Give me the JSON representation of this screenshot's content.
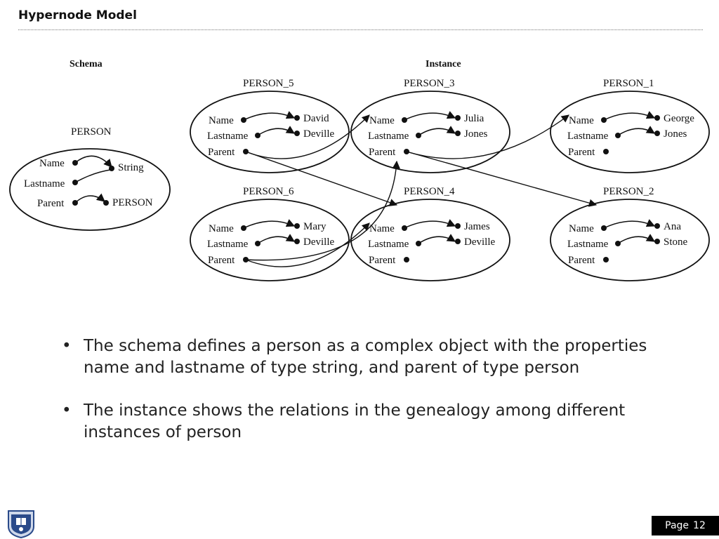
{
  "slide": {
    "title": "Hypernode Model"
  },
  "diagram": {
    "schema_label": "Schema",
    "instance_label": "Instance",
    "schema": {
      "name": "PERSON",
      "attributes": [
        {
          "label": "Name",
          "type": "String"
        },
        {
          "label": "Lastname",
          "type": "String"
        },
        {
          "label": "Parent",
          "type": "PERSON"
        }
      ]
    },
    "persons": [
      {
        "id": "PERSON_5",
        "name": "David",
        "lastname": "Deville",
        "parent": "PERSON_3"
      },
      {
        "id": "PERSON_3",
        "name": "Julia",
        "lastname": "Jones",
        "parent": "PERSON_1"
      },
      {
        "id": "PERSON_1",
        "name": "George",
        "lastname": "Jones",
        "parent": ""
      },
      {
        "id": "PERSON_6",
        "name": "Mary",
        "lastname": "Deville",
        "parent": "PERSON_4"
      },
      {
        "id": "PERSON_4",
        "name": "James",
        "lastname": "Deville",
        "parent": ""
      },
      {
        "id": "PERSON_2",
        "name": "Ana",
        "lastname": "Stone",
        "parent": ""
      }
    ],
    "parent_links": [
      {
        "from": "PERSON_5",
        "to": "PERSON_3"
      },
      {
        "from": "PERSON_5",
        "to": "PERSON_4"
      },
      {
        "from": "PERSON_3",
        "to": "PERSON_1"
      },
      {
        "from": "PERSON_3",
        "to": "PERSON_2"
      },
      {
        "from": "PERSON_6",
        "to": "PERSON_3"
      },
      {
        "from": "PERSON_6",
        "to": "PERSON_4"
      }
    ],
    "field_labels": {
      "name": "Name",
      "lastname": "Lastname",
      "parent": "Parent"
    }
  },
  "bullets": [
    "The schema defines a person as a complex object with the properties name and lastname of type string, and parent of type person",
    "The instance shows the relations in the genealogy among different instances of person"
  ],
  "footer": {
    "page_label": "Page",
    "page_number": "12",
    "logo_icon": "university-emblem-icon"
  }
}
